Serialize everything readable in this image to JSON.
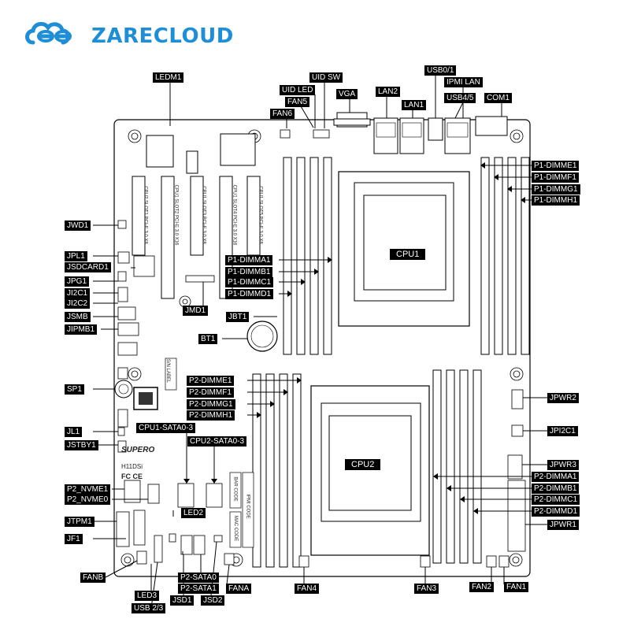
{
  "brand": {
    "name": "ZARECLOUD",
    "color": "#1e8fd6",
    "logo_icon": "cloud-link-icon"
  },
  "board": {
    "silk_brand": "SUPERO",
    "silk_model": "H11DSi",
    "silk_fcc": "FC CE"
  },
  "labels": {
    "ledm1": "LEDM1",
    "uid_sw": "UID SW",
    "uid_led": "UID LED",
    "fan5": "FAN5",
    "fan6": "FAN6",
    "vga": "VGA",
    "lan2": "LAN2",
    "lan1": "LAN1",
    "usb01": "USB0/1",
    "ipmi_lan": "IPMI LAN",
    "usb45": "USB4/5",
    "com1": "COM1",
    "jwd1": "JWD1",
    "jpl1": "JPL1",
    "jsdcard1": "JSDCARD1",
    "jpg1": "JPG1",
    "ji2c1": "JI2C1",
    "ji2c2": "JI2C2",
    "jsmb": "JSMB",
    "jipmb1": "JIPMB1",
    "sp1": "SP1",
    "jl1": "JL1",
    "jstby1": "JSTBY1",
    "p2_nvme1": "P2_NVME1",
    "p2_nvme0": "P2_NVME0",
    "jtpm1": "JTPM1",
    "jf1": "JF1",
    "fanb": "FANB",
    "led3": "LED3",
    "usb23": "USB 2/3",
    "jsd1": "JSD1",
    "jsd2": "JSD2",
    "p2_sata0": "P2-SATA0",
    "p2_sata1": "P2-SATA1",
    "fana": "FANA",
    "fan4": "FAN4",
    "fan3": "FAN3",
    "fan2": "FAN2",
    "fan1": "FAN1",
    "led2": "LED2",
    "cpu1_sata": "CPU1-SATA0-3",
    "cpu2_sata": "CPU2-SATA0-3",
    "jmd1": "JMD1",
    "jbt1": "JBT1",
    "bt1": "BT1",
    "cpu1": "CPU1",
    "cpu2": "CPU2",
    "p1_dimma1": "P1-DIMMA1",
    "p1_dimmb1": "P1-DIMMB1",
    "p1_dimmc1": "P1-DIMMC1",
    "p1_dimmd1": "P1-DIMMD1",
    "p1_dimme1": "P1-DIMME1",
    "p1_dimmf1": "P1-DIMMF1",
    "p1_dimmg1": "P1-DIMMG1",
    "p1_dimmh1": "P1-DIMMH1",
    "p2_dimme1": "P2-DIMME1",
    "p2_dimmf1": "P2-DIMMF1",
    "p2_dimmg1": "P2-DIMMG1",
    "p2_dimmh1": "P2-DIMMH1",
    "p2_dimma1": "P2-DIMMA1",
    "p2_dimmb1": "P2-DIMMB1",
    "p2_dimmc1": "P2-DIMMC1",
    "p2_dimmd1": "P2-DIMMD1",
    "jpwr1": "JPWR1",
    "jpwr2": "JPWR2",
    "jpwr3": "JPWR3",
    "jpi2c1": "JPI2C1"
  },
  "slots": [
    "CPU2 SLOT1 PCI-E 3.0 X8",
    "CPU1 SLOT2 PCI-E 3.0 X16",
    "CPU1 SLOT3 PCI-E 3.0 X8",
    "CPU1 SLOT4 PCI-E 3.0 X16",
    "CPU1 SLOT5 PCI-E 3.0 X8"
  ],
  "silk": {
    "sn_label": "S/N LABEL",
    "bar_code": "BAR CODE",
    "mac_code": "MAC CODE",
    "ipmi_code": "IPMI CODE"
  }
}
